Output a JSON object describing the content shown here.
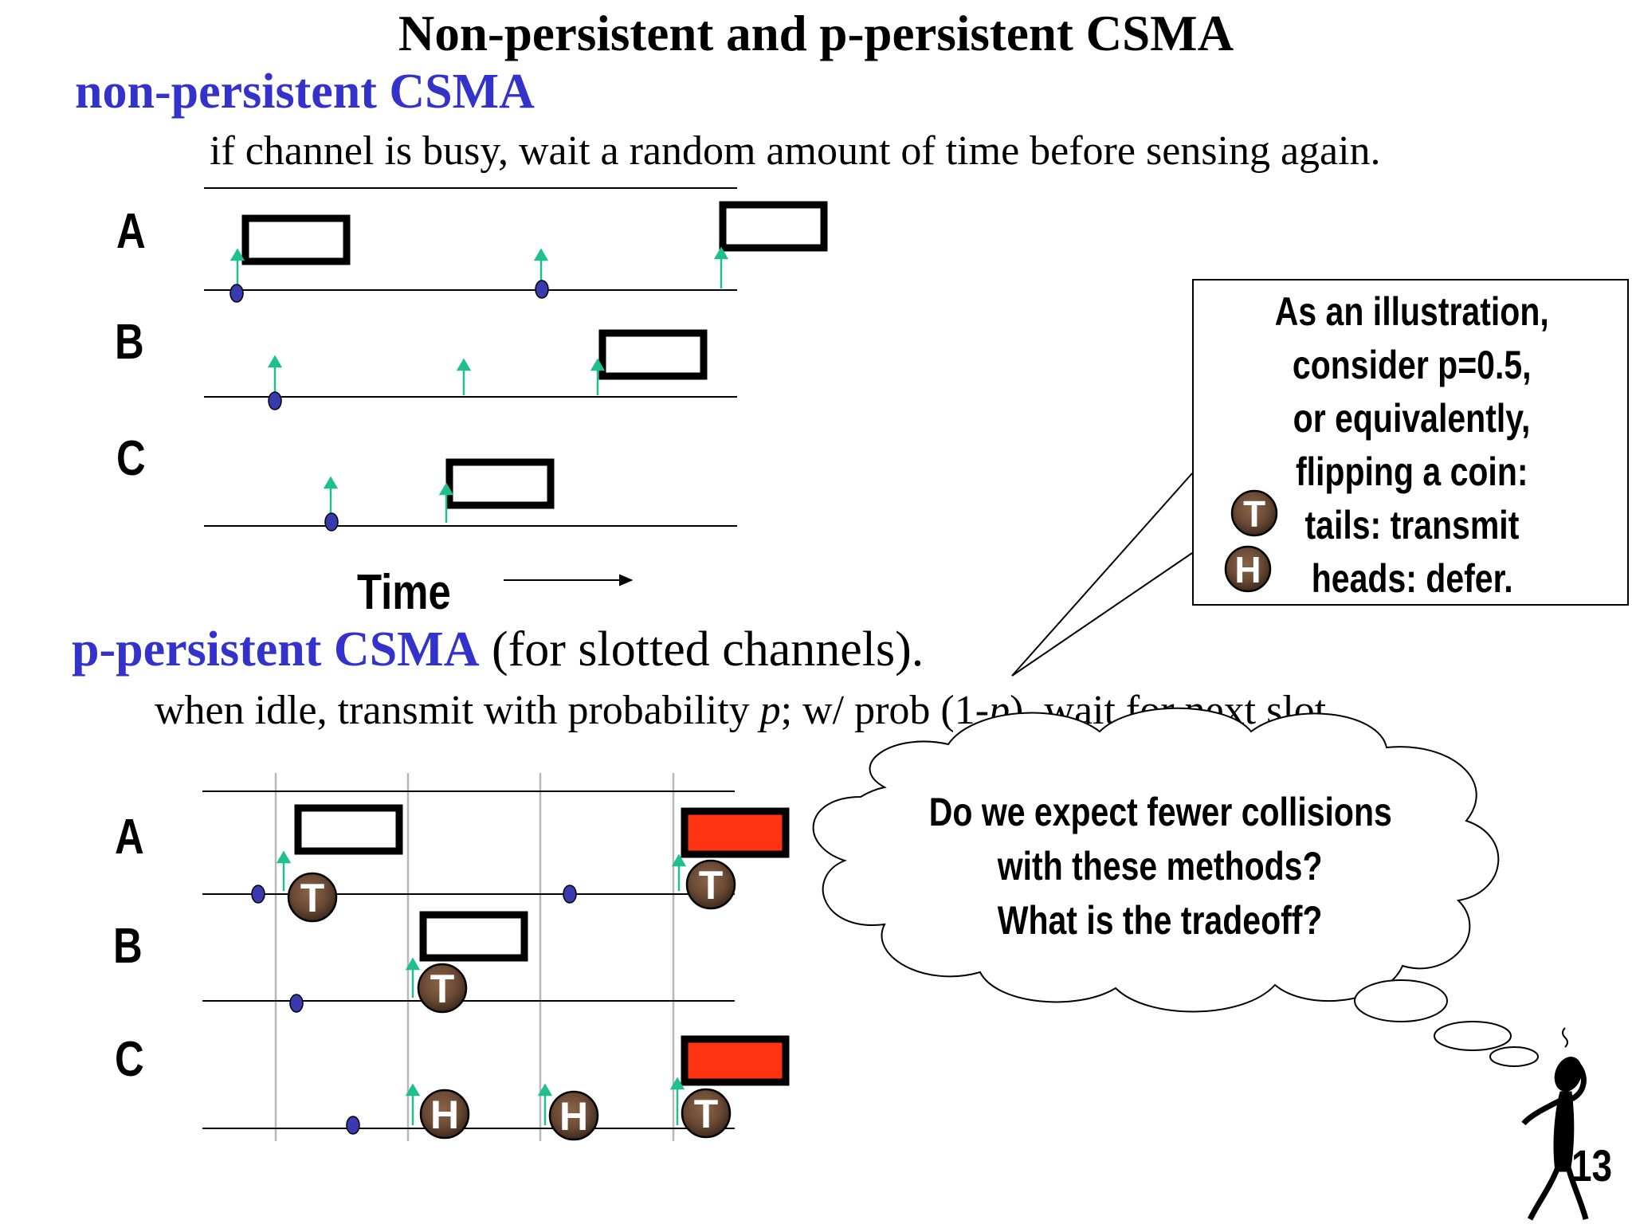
{
  "title": "Non-persistent and p-persistent CSMA",
  "non_persistent": {
    "heading": "non-persistent CSMA",
    "description": "if channel is busy, wait a random amount of time before sensing again.",
    "rows": [
      "A",
      "B",
      "C"
    ],
    "time_label": "Time"
  },
  "p_persistent": {
    "heading": "p-persistent CSMA",
    "heading_suffix": " (for slotted channels).",
    "description_parts": [
      "when idle, transmit with probability ",
      "p",
      "; w/ prob (1-",
      "p",
      "), wait for next slot."
    ],
    "rows": [
      "A",
      "B",
      "C"
    ]
  },
  "note": {
    "lines": [
      "As an illustration,",
      "consider p=0.5,",
      "or equivalently,",
      "flipping a coin:",
      "tails: transmit",
      "heads: defer."
    ],
    "coin_tails": "T",
    "coin_heads": "H"
  },
  "thought_bubble": {
    "lines": [
      "Do we expect fewer collisions",
      "with these methods?",
      "What is the tradeoff?"
    ]
  },
  "page_number": "13",
  "colors": {
    "heading_blue": "#3333cc",
    "arrow_teal": "#1fbf8f",
    "dot_blue": "#3a3ab0",
    "collision_red": "#ff3311",
    "coin_brown": "#6b4a35"
  }
}
